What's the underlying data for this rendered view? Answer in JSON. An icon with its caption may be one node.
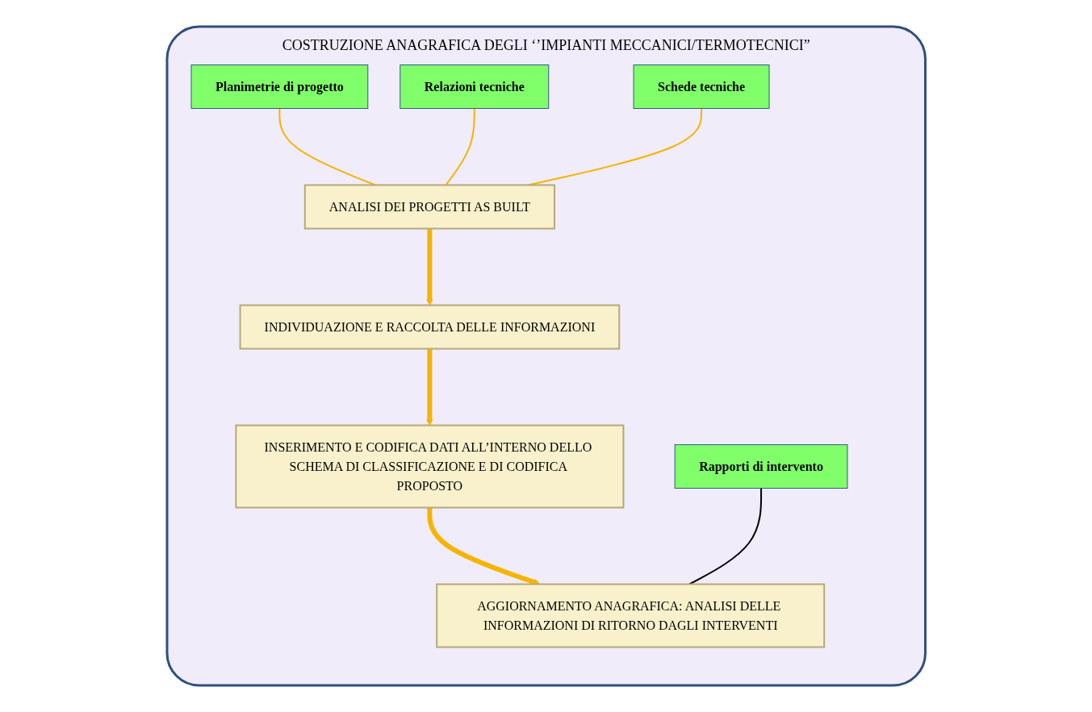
{
  "diagram": {
    "nodes": [
      {
        "text": [
          "COSTRUZIONE ANAGRAFICA DEGLI ‘’IMPIANTI MECCANICI/TERMOTECNICI”"
        ]
      },
      {
        "text": [
          "Planimetrie di progetto"
        ],
        "in": 0
      },
      {
        "text": [
          "Relazioni tecniche"
        ],
        "in": 0
      },
      {
        "text": [
          "Schede tecniche"
        ],
        "in": 0
      },
      {
        "text": [
          "ANALISI DEI PROGETTI AS BUILT"
        ],
        "in": 0
      },
      {
        "text": [
          "INDIVIDUAZIONE E RACCOLTA DELLE INFORMAZIONI"
        ],
        "in": 0
      },
      {
        "text": [
          "INSERIMENTO E CODIFICA DATI ALL’INTERNO DELLO SCHEMA DI CLASSIFICAZIONE E DI CODIFICA PROPOSTO"
        ],
        "in": 0
      },
      {
        "text": [
          "Rapporti di intervento"
        ],
        "in": 0
      },
      {
        "text": [
          "AGGIORNAMENTO ANAGRAFICA: ANALISI DELLE INFORMAZIONI DI RITORNO DAGLI INTERVENTI"
        ],
        "in": 0
      }
    ],
    "edges": [
      {
        "from": 1,
        "to": 4,
        "arrow": "none"
      },
      {
        "from": 2,
        "to": 4,
        "arrow": "none"
      },
      {
        "from": 3,
        "to": 4,
        "arrow": "none"
      },
      {
        "from": 4,
        "to": 5,
        "arrow": "to",
        "style": "thick"
      },
      {
        "from": 5,
        "to": 6,
        "arrow": "to",
        "style": "thick"
      },
      {
        "from": 6,
        "to": 8,
        "arrow": "to",
        "style": "thick"
      },
      {
        "from": 7,
        "to": 8,
        "arrow": "none",
        "color": "#000000"
      }
    ]
  }
}
